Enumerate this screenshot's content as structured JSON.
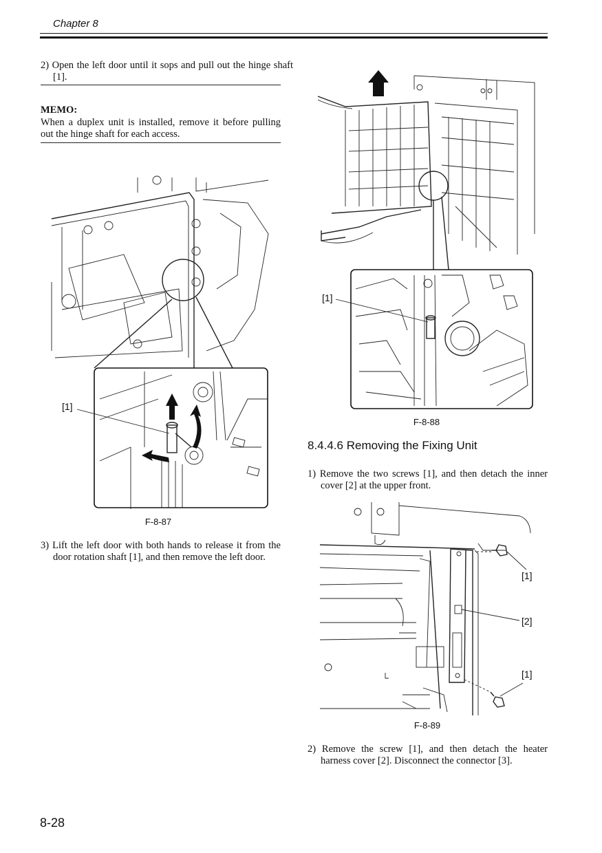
{
  "header": {
    "chapter": "Chapter 8"
  },
  "left": {
    "step2": "2) Open the left door until it sops and pull out the hinge shaft [1].",
    "memo_title": "MEMO:",
    "memo_text": "When a duplex unit is installed, remove it before pulling out the hinge shaft for each access.",
    "fig87": {
      "callout": "[1]",
      "caption": "F-8-87"
    },
    "step3": "3) Lift the left door with both hands to release it from the door rotation shaft [1], and then remove the left door."
  },
  "right": {
    "fig88": {
      "callout": "[1]",
      "caption": "F-8-88"
    },
    "section_heading": "8.4.4.6 Removing the Fixing Unit",
    "step1": "1) Remove the two screws [1], and then detach the inner cover [2] at the upper front.",
    "fig89": {
      "callout_1a": "[1]",
      "callout_2": "[2]",
      "callout_1b": "[1]",
      "caption": "F-8-89"
    },
    "step2": "2) Remove the screw [1], and then detach the heater harness cover [2]. Disconnect the connector [3]."
  },
  "footer": {
    "page_number": "8-28"
  }
}
